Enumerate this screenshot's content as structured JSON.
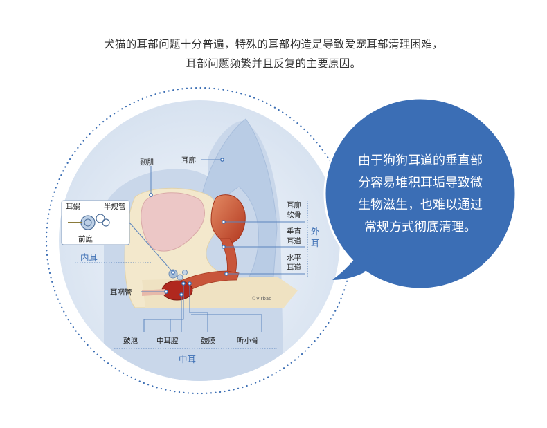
{
  "intro": {
    "line1": "犬猫的耳部问题十分普遍，特殊的耳部构造是导致爱宠耳部清理困难，",
    "line2": "耳部问题频繁并且反复的主要原因。"
  },
  "labels": {
    "temporalis": "颞肌",
    "auricle": "耳廓",
    "cochlea": "耳蜗",
    "semicircular": "半规管",
    "vestibule": "前庭",
    "inner_ear": "内耳",
    "auricular_cartilage_1": "耳廓",
    "auricular_cartilage_2": "软骨",
    "vertical_canal_1": "垂直",
    "vertical_canal_2": "耳道",
    "horizontal_canal_1": "水平",
    "horizontal_canal_2": "耳道",
    "outer_ear_1": "外",
    "outer_ear_2": "耳",
    "eustachian": "耳咽管",
    "bulla": "鼓泡",
    "middle_cavity": "中耳腔",
    "eardrum": "鼓膜",
    "ossicles": "听小骨",
    "middle_ear": "中耳",
    "credit": "©Virbac"
  },
  "bubble": {
    "line1": "由于狗狗耳道的垂直部",
    "line2": "分容易堆积耳垢导致微",
    "line3": "生物滋生，也难以通过",
    "line4": "常规方式彻底清理。"
  },
  "colors": {
    "text": "#333333",
    "accent_blue": "#3d6fb4",
    "bubble_fill": "#3b6eb5",
    "circle_fill": "#e1e9f4",
    "bone": "#f3e8cc",
    "muscle": "#ecc7c6",
    "canal": "#c44a2e"
  }
}
